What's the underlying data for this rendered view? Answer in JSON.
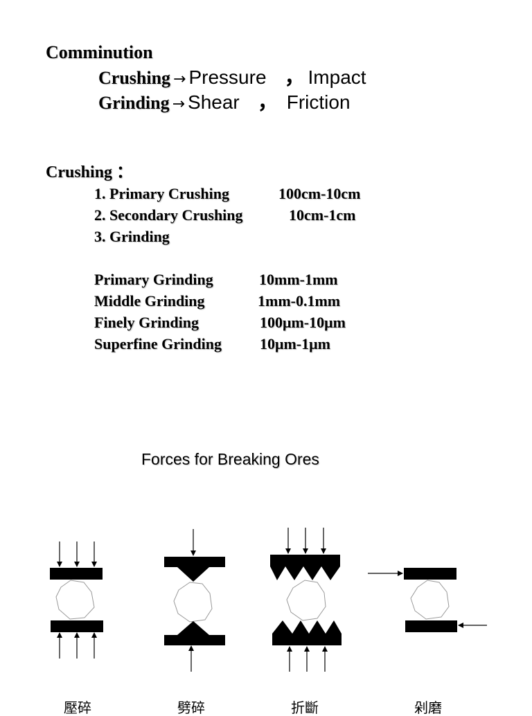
{
  "comminution": {
    "title": "Comminution",
    "crushing_line": {
      "term": "Crushing",
      "arrow": "→",
      "force1": "Pressure",
      "sep": "，",
      "force2": "Impact"
    },
    "grinding_line": {
      "term": "Grinding",
      "arrow": "→",
      "force1": "Shear",
      "sep": "，",
      "force2": "Friction"
    }
  },
  "crushing": {
    "heading": "Crushing ：",
    "stages": [
      {
        "name": "1. Primary Crushing",
        "range": "100cm-10cm"
      },
      {
        "name": "2. Secondary Crushing",
        "range": "10cm-1cm"
      },
      {
        "name": "3. Grinding",
        "range": ""
      }
    ]
  },
  "grinding": {
    "stages": [
      {
        "name": "Primary Grinding",
        "range": "10mm-1mm"
      },
      {
        "name": "Middle Grinding",
        "range": "1mm-0.1mm"
      },
      {
        "name": "Finely Grinding",
        "range": "100μm-10μm"
      },
      {
        "name": "Superfine Grinding",
        "range": "10μm-1μm"
      }
    ]
  },
  "forces_figure": {
    "title": "Forces for Breaking Ores",
    "labels": [
      "壓碎",
      "劈碎",
      "折斷",
      "剁磨"
    ]
  }
}
